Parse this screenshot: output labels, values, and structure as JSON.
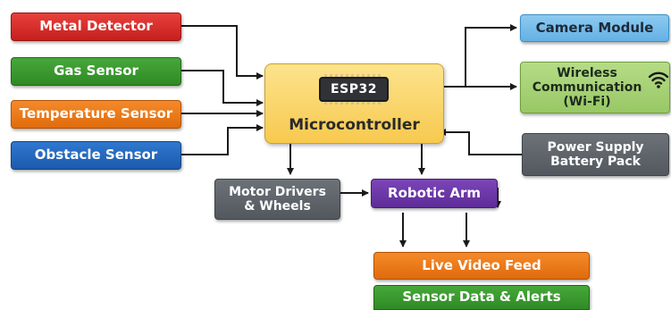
{
  "inputs": {
    "metal_detector": "Metal Detector",
    "gas_sensor": "Gas Sensor",
    "temperature_sensor": "Temperature Sensor",
    "obstacle_sensor": "Obstacle Sensor"
  },
  "controller": {
    "chip_label": "ESP32",
    "title": "Microcontroller"
  },
  "outputs": {
    "camera_module": "Camera Module",
    "wireless_line1": "Wireless",
    "wireless_line2": "Communication",
    "wireless_line3": "(Wi-Fi)",
    "power_line1": "Power Supply",
    "power_line2": "Battery Pack"
  },
  "actuators": {
    "motor_line1": "Motor Drivers",
    "motor_line2": "& Wheels",
    "robotic_arm": "Robotic Arm"
  },
  "results": {
    "live_video_feed": "Live Video Feed",
    "sensor_data_alerts": "Sensor Data & Alerts"
  },
  "icons": {
    "chip": "microchip-icon",
    "wifi": "wifi-icon"
  },
  "colors": {
    "metal_detector": "#d32f2f",
    "gas_sensor": "#3a9a2f",
    "temperature_sensor": "#ec7a18",
    "obstacle_sensor": "#2868be",
    "microcontroller": "#f9d46a",
    "camera_module": "#78bfea",
    "wireless": "#a7d276",
    "power_supply": "#5f656b",
    "motor_drivers": "#5f656b",
    "robotic_arm": "#6a38a8",
    "live_video_feed": "#ec7a18",
    "sensor_data_alerts": "#3a9a2f"
  }
}
